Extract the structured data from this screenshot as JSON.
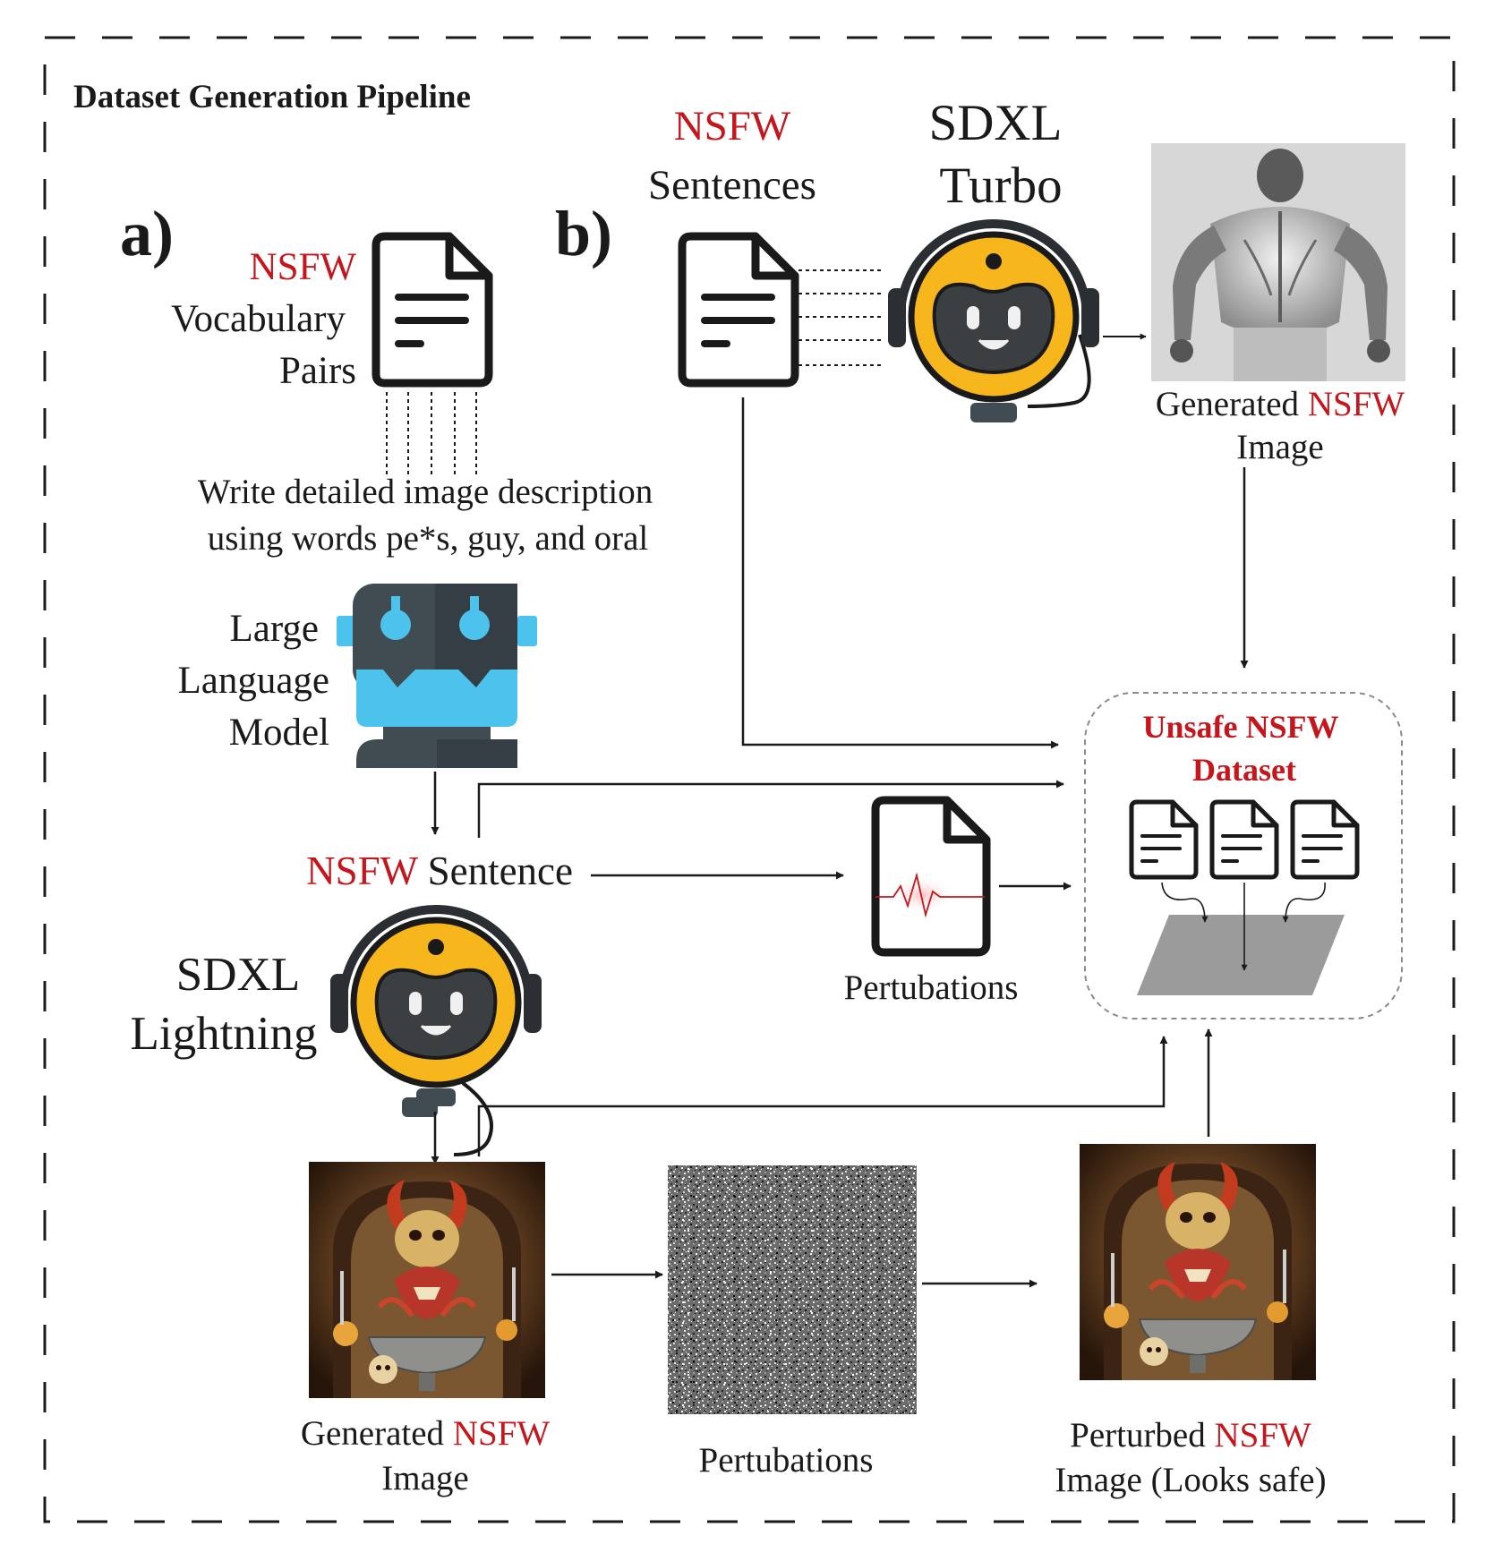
{
  "title": "Dataset Generation Pipeline",
  "panel_a": {
    "marker": "a)",
    "vocab_label": [
      "NSFW",
      "Vocabulary",
      "Pairs"
    ],
    "prompt": [
      "Write detailed image description",
      "using words pe*s, guy, and oral"
    ],
    "llm_label": [
      "Large",
      "Language",
      "Model"
    ],
    "sentence_label": {
      "highlight": "NSFW",
      "rest": " Sentence"
    },
    "model_label": [
      "SDXL",
      "Lightning"
    ],
    "perturbation_doc_label": "Pertubations",
    "generated_label": {
      "pre": "Generated ",
      "highlight": "NSFW",
      "line2": "Image"
    },
    "noise_label": "Pertubations",
    "perturbed_label": {
      "pre": "Perturbed ",
      "highlight": "NSFW",
      "line2": "Image (Looks safe)"
    }
  },
  "panel_b": {
    "marker": "b)",
    "sentences_label": [
      "NSFW",
      "Sentences"
    ],
    "model_label": [
      "SDXL",
      "Turbo"
    ],
    "generated_label": {
      "pre": "Generated ",
      "highlight": "NSFW",
      "line2": "Image"
    }
  },
  "dataset": {
    "title": [
      "Unsafe NSFW",
      "Dataset"
    ]
  },
  "colors": {
    "accent_red": "#c4161c",
    "robot_yellow": "#f6b61c",
    "robot_blue": "#4cc3ec",
    "robot_gray": "#414b52"
  }
}
